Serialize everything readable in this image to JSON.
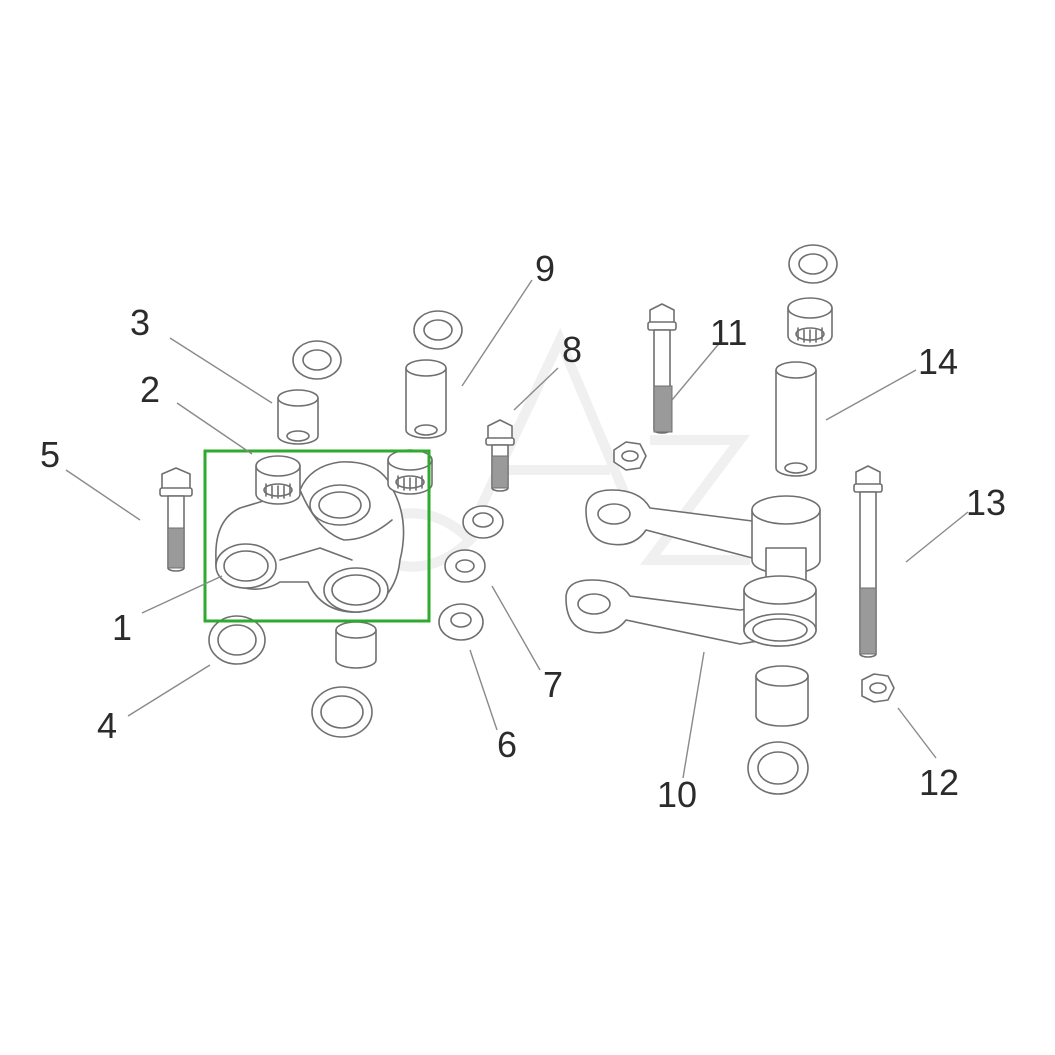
{
  "diagram": {
    "highlight_color": "#2eaa2e",
    "part_labels": [
      "1",
      "2",
      "3",
      "4",
      "5",
      "6",
      "7",
      "8",
      "9",
      "10",
      "11",
      "12",
      "13",
      "14"
    ]
  }
}
